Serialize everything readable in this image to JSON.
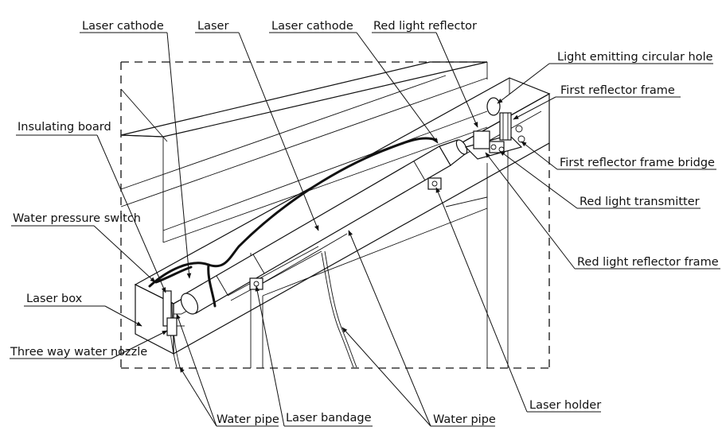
{
  "labels": {
    "laser_cathode_left": "Laser cathode",
    "laser": "Laser",
    "laser_cathode_right": "Laser cathode",
    "red_light_reflector": "Red light reflector",
    "light_emitting_hole": "Light emitting circular hole",
    "first_reflector_frame": "First reflector frame",
    "first_reflector_frame_bridge": "First reflector frame bridge",
    "red_light_transmitter": "Red light transmitter",
    "red_light_reflector_frame": "Red light reflector frame",
    "insulating_board": "Insulating board",
    "water_pressure_switch": "Water pressure switch",
    "laser_box": "Laser box",
    "three_way_water_nozzle": "Three way water nozzle",
    "water_pipe_left": "Water pipe",
    "laser_bandage": "Laser bandage",
    "water_pipe_right": "Water pipe",
    "laser_holder": "Laser holder"
  }
}
